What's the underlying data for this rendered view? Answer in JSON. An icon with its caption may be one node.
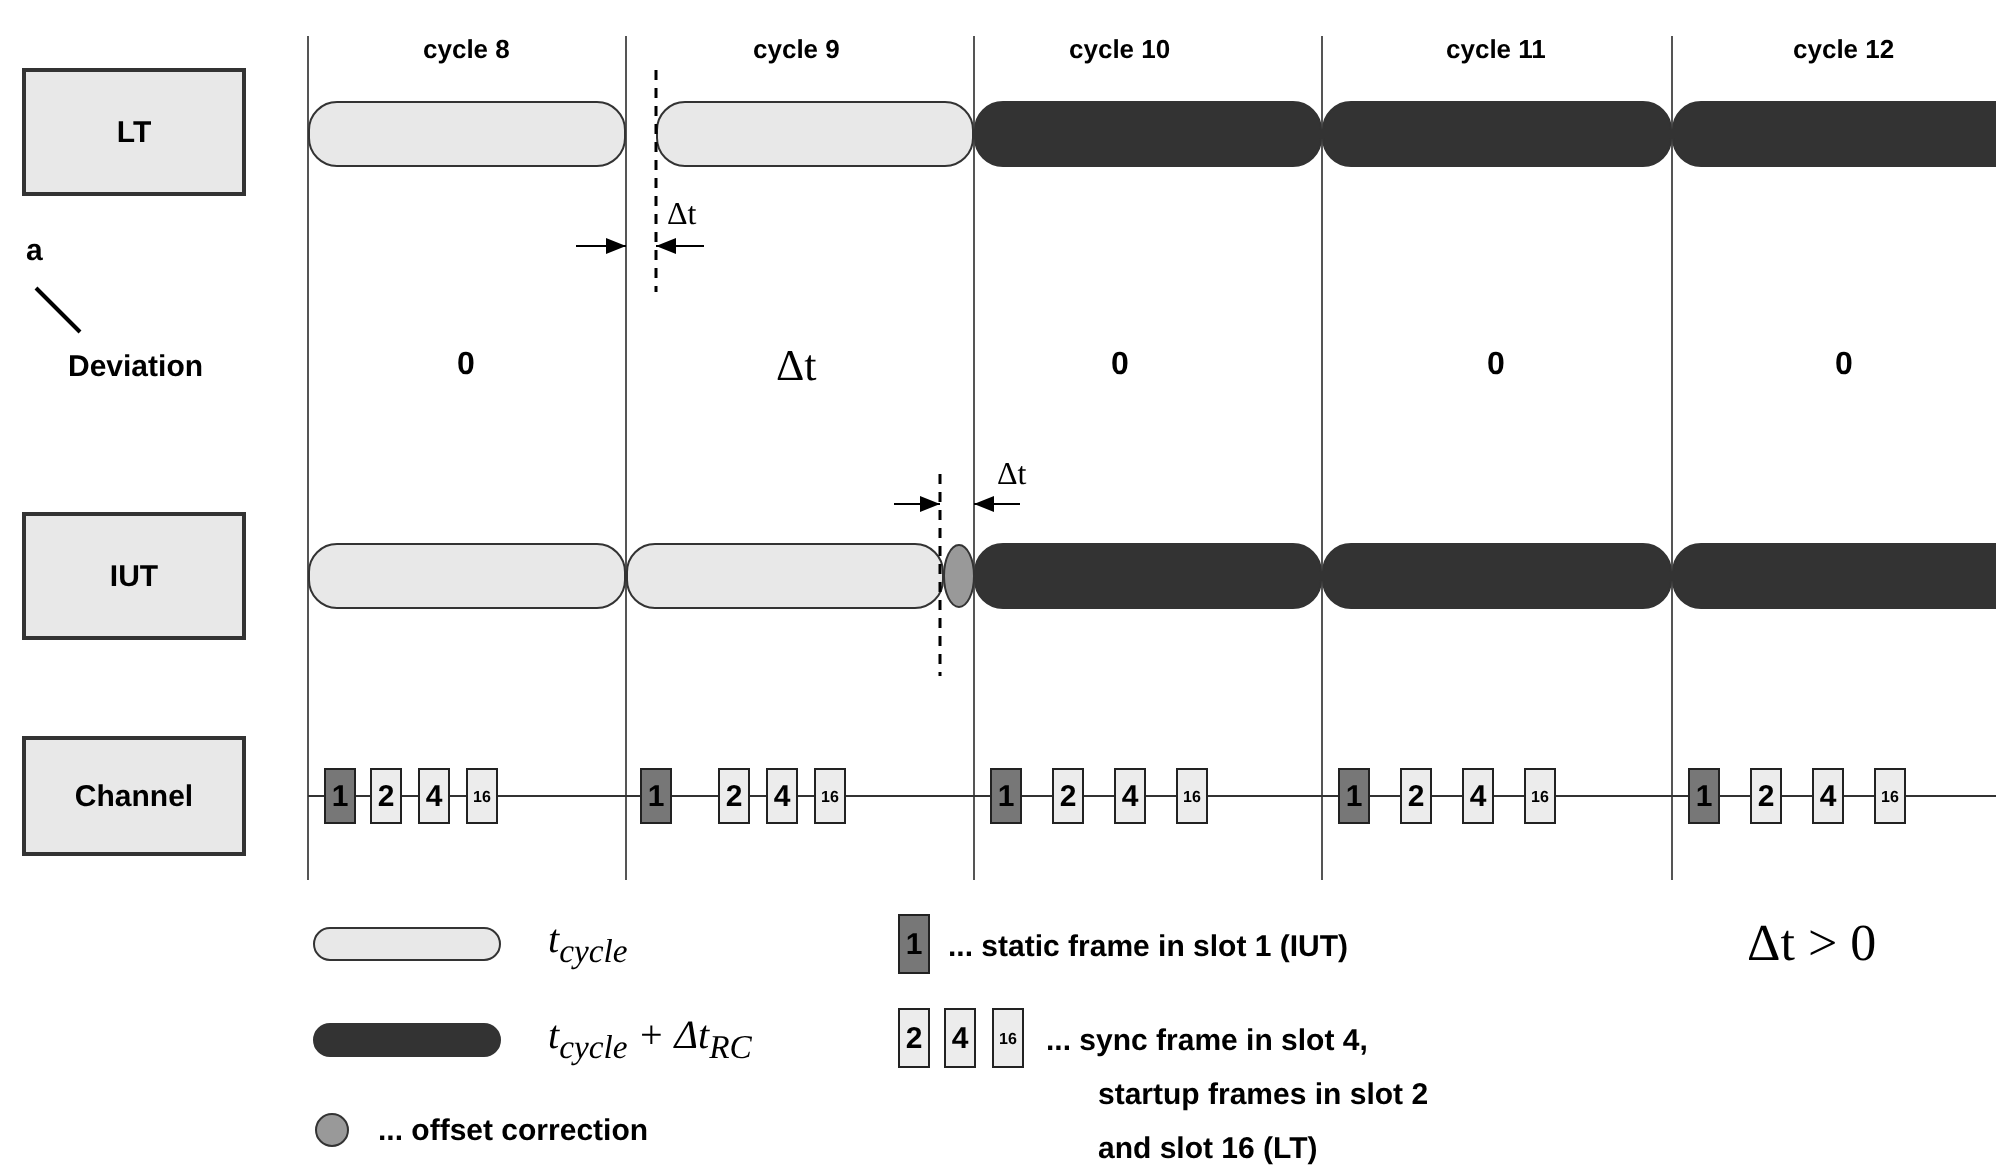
{
  "diagram": {
    "nodes": [
      {
        "text": [
          "LT"
        ]
      },
      {
        "text": [
          "IUT"
        ]
      },
      {
        "text": [
          "Channel"
        ]
      },
      {
        "text": [
          "1"
        ]
      },
      {
        "text": [
          "2"
        ]
      },
      {
        "text": [
          "4"
        ]
      },
      {
        "text": [
          "16"
        ]
      },
      {
        "text": [
          "1"
        ]
      },
      {
        "text": [
          "2"
        ]
      },
      {
        "text": [
          "4"
        ]
      },
      {
        "text": [
          "16"
        ]
      },
      {
        "text": [
          "1"
        ]
      },
      {
        "text": [
          "2"
        ]
      },
      {
        "text": [
          "4"
        ]
      },
      {
        "text": [
          "16"
        ]
      },
      {
        "text": [
          "1"
        ]
      },
      {
        "text": [
          "2"
        ]
      },
      {
        "text": [
          "4"
        ]
      },
      {
        "text": [
          "16"
        ]
      },
      {
        "text": [
          "1"
        ]
      },
      {
        "text": [
          "2"
        ]
      },
      {
        "text": [
          "4"
        ]
      },
      {
        "text": [
          "16"
        ]
      },
      {
        "text": [
          "1"
        ]
      },
      {
        "text": [
          "2"
        ]
      },
      {
        "text": [
          "4"
        ]
      },
      {
        "text": [
          "16"
        ]
      }
    ],
    "labels": [
      "cycle 8",
      "cycle 9",
      "cycle 10",
      "cycle 11",
      "cycle 12",
      "Δt",
      "a",
      "Deviation",
      "0",
      "Δt",
      "0",
      "0",
      "0",
      "Δt",
      "Δt > 0"
    ],
    "legend": [
      {
        "text": "t$_{cycle}$"
      },
      {
        "text": "t$_{cycle}$ + Δt$_{RC}$"
      },
      {
        "text": "... offset correction"
      },
      {
        "text": "... static frame in slot 1 (IUT)"
      },
      {
        "text": "... sync frame in slot 4, startup frames in slot 2 and slot 16 (LT)"
      }
    ]
  }
}
